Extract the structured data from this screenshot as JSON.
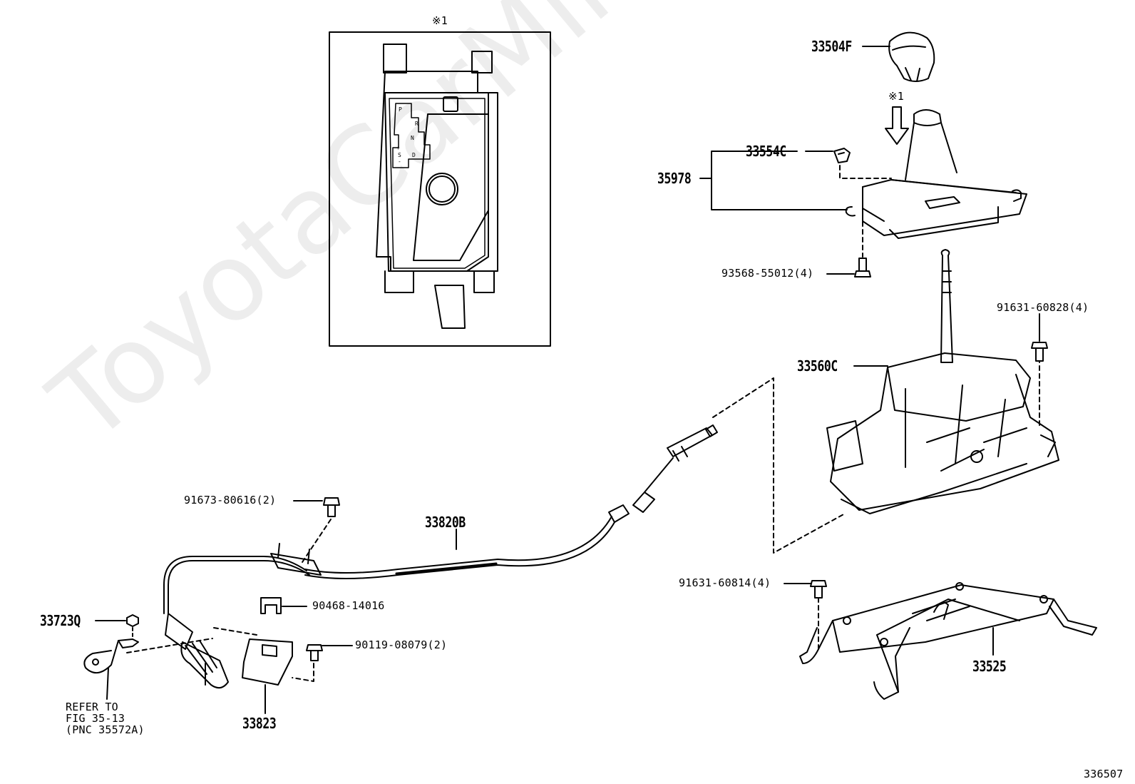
{
  "labels": {
    "inset_mark": "※1",
    "arrow_mark": "※1",
    "p33504F": "33504F",
    "p33554C": "33554C",
    "p35978": "35978",
    "p93568": "93568-55012(4)",
    "p91631_60828": "91631-60828(4)",
    "p33560C": "33560C",
    "p91673": "91673-80616(2)",
    "p33820B": "33820B",
    "p90468": "90468-14016",
    "p33723Q": "33723Q",
    "p90119": "90119-08079(2)",
    "p33823": "33823",
    "refer_line1": "REFER TO",
    "refer_line2": "FIG 35-13",
    "refer_line3": "(PNC 35572A)",
    "p91631_60814": "91631-60814(4)",
    "p33525": "33525",
    "figure_number": "336507"
  },
  "gate_letters": [
    "P",
    "R",
    "N",
    "+",
    "S",
    "-",
    "D"
  ],
  "watermark": "ToyotaCarMine.ru"
}
